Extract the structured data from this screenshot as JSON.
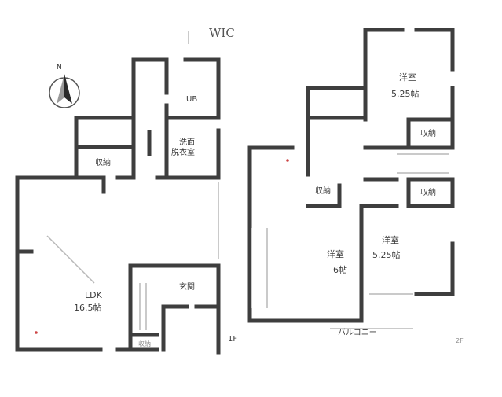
{
  "floors": {
    "first": {
      "floor_label": "1F",
      "rooms": {
        "ub": "UB",
        "washroom_line1": "洗面",
        "washroom_line2": "脱衣室",
        "storage_top": "収納",
        "ldk_line1": "LDK",
        "ldk_line2": "16.5帖",
        "entrance": "玄関",
        "shoe_storage": "収納"
      }
    },
    "second": {
      "floor_label": "2F",
      "rooms": {
        "wic": "WIC",
        "western_top_line1": "洋室",
        "western_top_line2": "5.25帖",
        "storage_right_1": "収納",
        "storage_right_2": "収納",
        "storage_left": "収納",
        "western_mid_line1": "洋室",
        "western_mid_line2": "6帖",
        "western_right_line1": "洋室",
        "western_right_line2": "5.25帖",
        "balcony": "バルコニー"
      }
    }
  },
  "compass": {
    "north_label": "N",
    "icon": "north-arrow-icon"
  },
  "colors": {
    "wall": "#3e3e3e",
    "thin_line": "#b8b8b8",
    "background": "#ffffff",
    "text": "#3a3a3a"
  }
}
